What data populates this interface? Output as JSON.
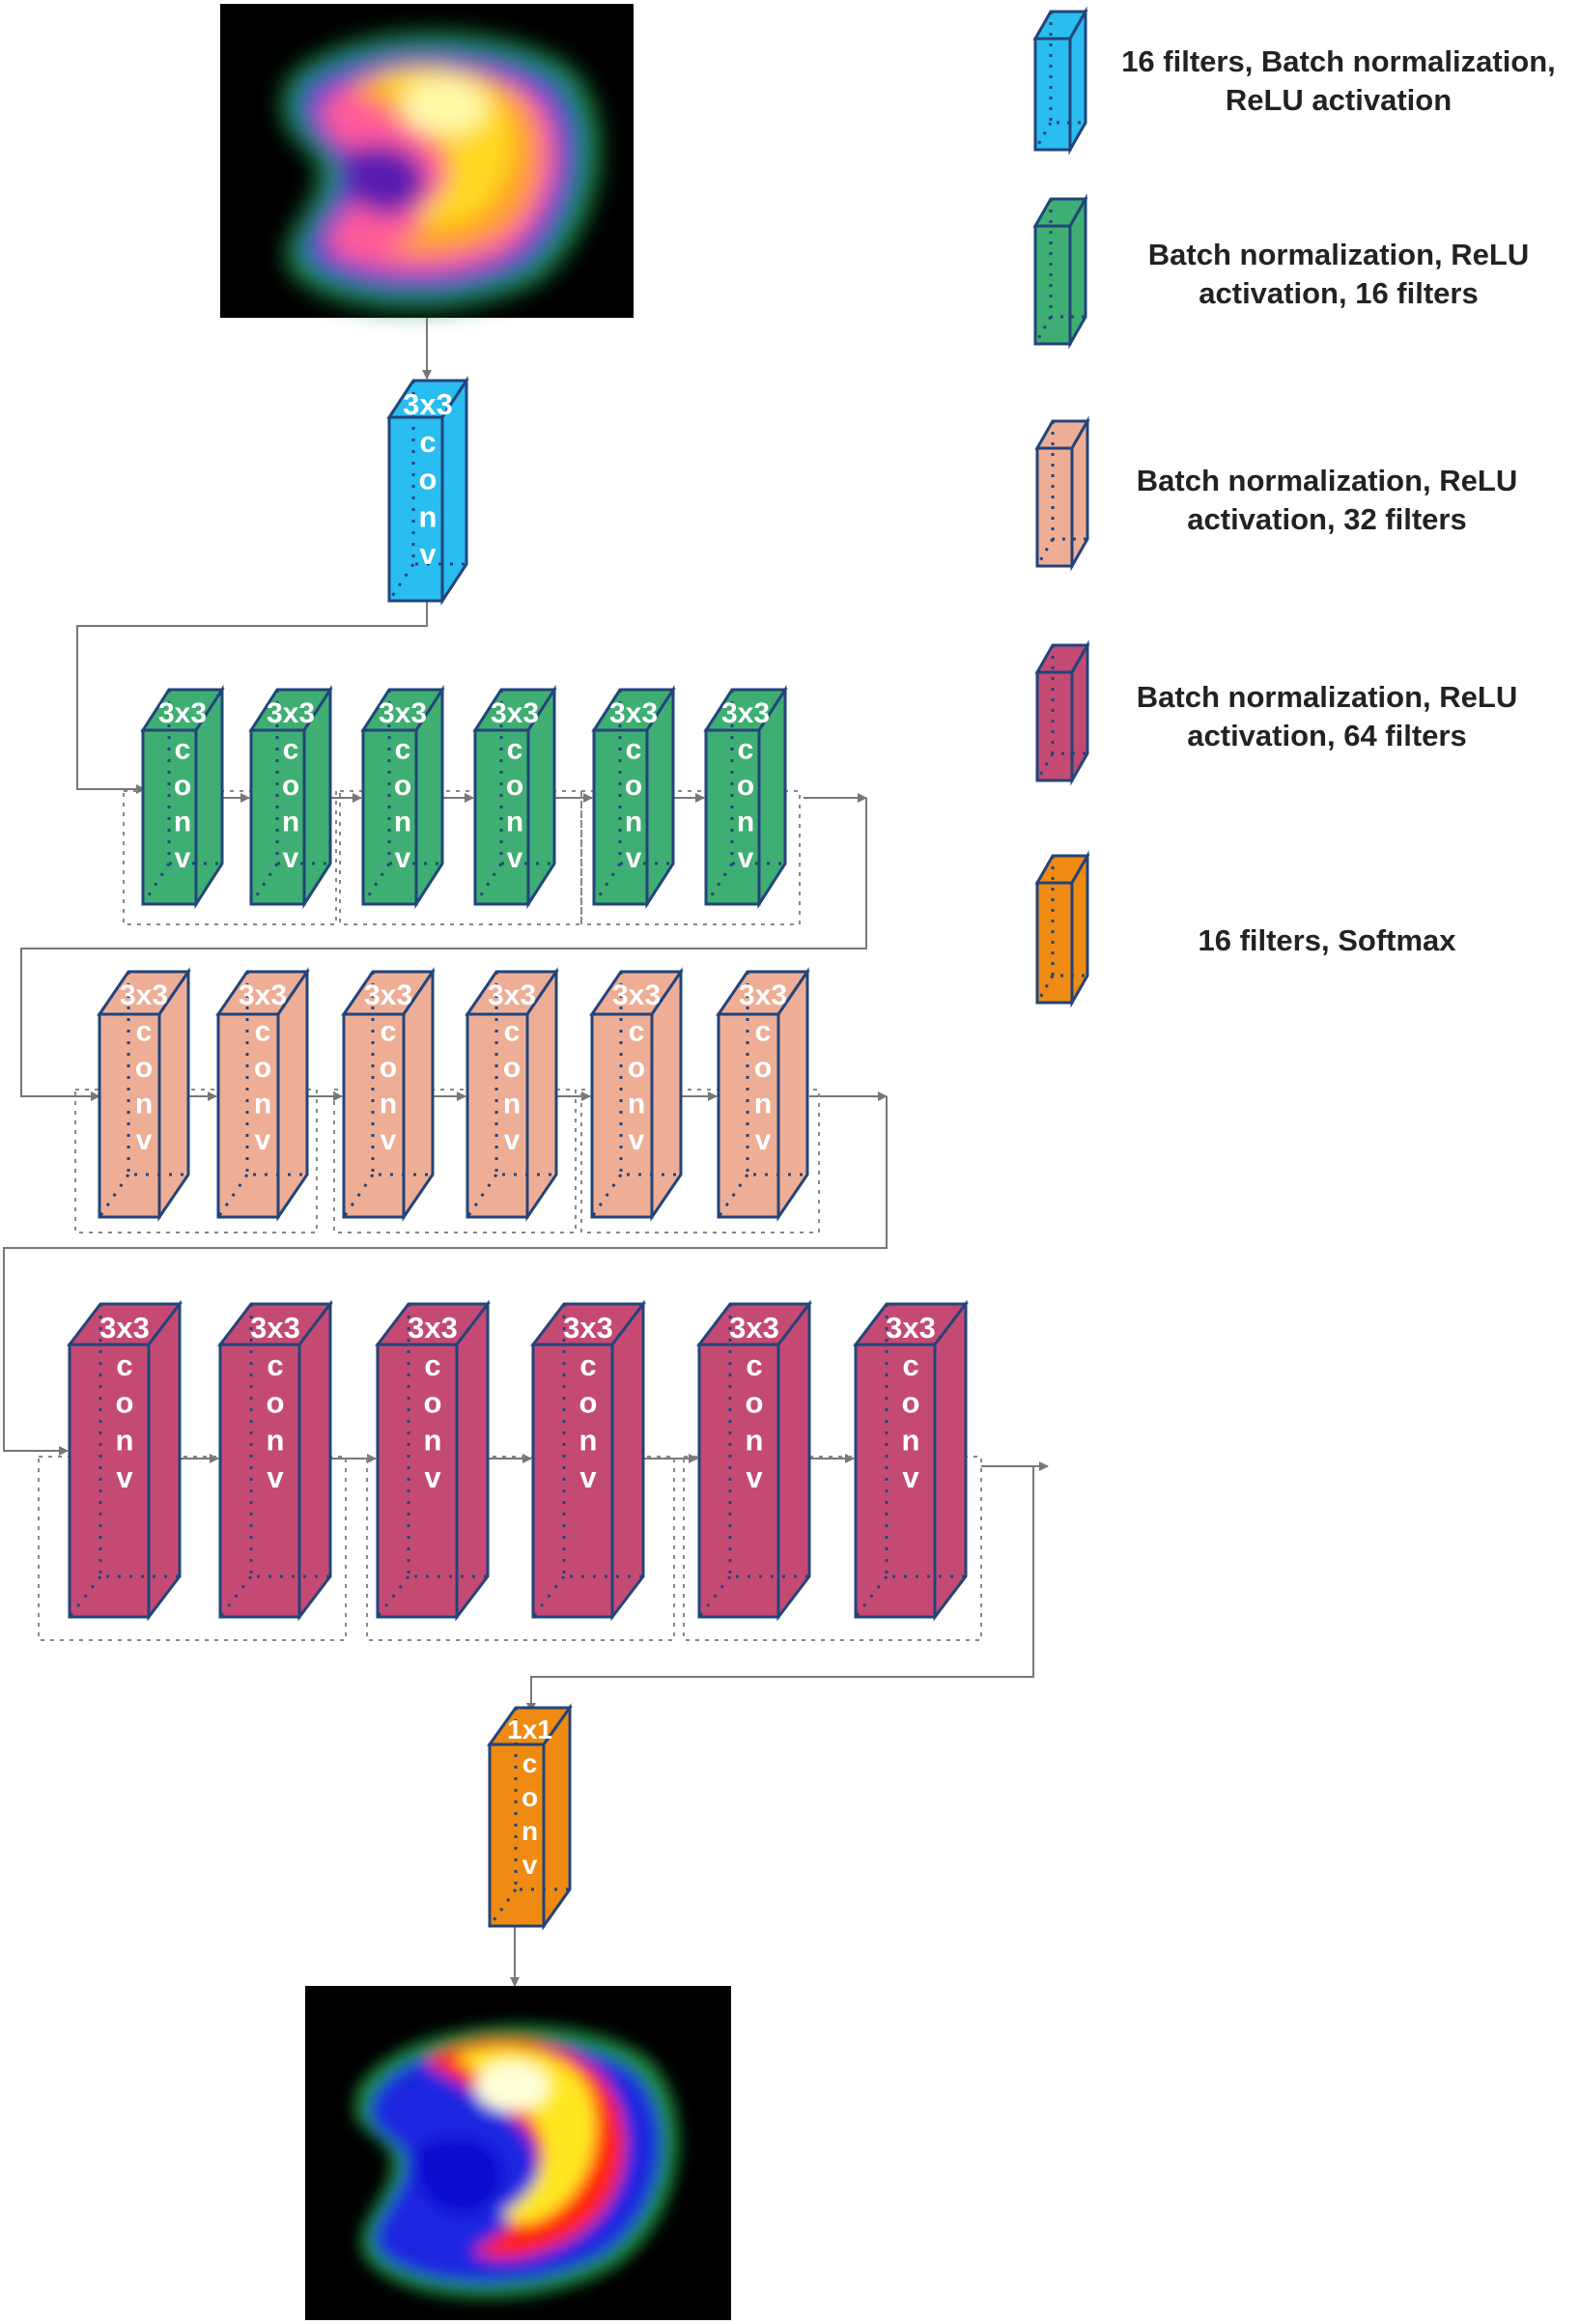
{
  "colors": {
    "input_block": "#29bdf0",
    "res16": "#3fae72",
    "res32": "#eeae96",
    "res64": "#c44a74",
    "output_block": "#ef8a12",
    "block_outline": "#22447a",
    "arrow": "#777777"
  },
  "legend": [
    {
      "id": "legend-input",
      "color_key": "input_block",
      "lines": [
        "16 filters, Batch normalization,",
        "ReLU activation"
      ]
    },
    {
      "id": "legend-res16",
      "color_key": "res16",
      "lines": [
        "Batch normalization, ReLU",
        "activation, 16 filters"
      ]
    },
    {
      "id": "legend-res32",
      "color_key": "res32",
      "lines": [
        "Batch normalization, ReLU",
        "activation, 32 filters"
      ]
    },
    {
      "id": "legend-res64",
      "color_key": "res64",
      "lines": [
        "Batch normalization, ReLU",
        "activation, 64 filters"
      ]
    },
    {
      "id": "legend-output",
      "color_key": "output_block",
      "lines": [
        "16 filters, Softmax"
      ]
    }
  ],
  "blocks": {
    "input_conv": {
      "kernel": "3x3",
      "letters": [
        "c",
        "o",
        "n",
        "v"
      ]
    },
    "conv_kernel": "3x3",
    "conv_letters": [
      "c",
      "o",
      "n",
      "v"
    ],
    "output_conv": {
      "kernel": "1x1",
      "letters": [
        "c",
        "o",
        "n",
        "v"
      ]
    }
  },
  "stages": [
    {
      "id": "stage-16",
      "color_key": "res16",
      "block_count": 6
    },
    {
      "id": "stage-32",
      "color_key": "res32",
      "block_count": 6
    },
    {
      "id": "stage-64",
      "color_key": "res64",
      "block_count": 6
    }
  ],
  "images": [
    {
      "id": "input-image",
      "description": "polar map input",
      "palette": "pet"
    },
    {
      "id": "output-image",
      "description": "segmented output",
      "palette": "seg"
    }
  ]
}
